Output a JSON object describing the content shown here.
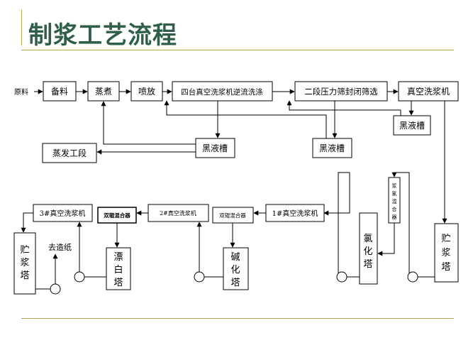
{
  "title": "制浆工艺流程",
  "colors": {
    "title": "#2f5f46",
    "rule": "#b5a84c",
    "line": "#000000"
  },
  "boxes": {
    "raw": "原料",
    "prep": "备料",
    "cook": "蒸煮",
    "blow": "喷放",
    "wash4": "四台真空洗浆机逆流洗涤",
    "screen": "二段压力筛封闭筛选",
    "vacwash": "真空洗浆机",
    "black_small": "黑液槽",
    "black_mid": "黑液槽",
    "black_right": "黑液槽",
    "evap": "蒸发工段",
    "wash3": "3#真空洗浆机",
    "mixer_bold": "双辊混合器",
    "wash2": "2#真空洗浆机",
    "mixer2": "双辊混合器",
    "wash1": "1#真空洗浆机",
    "mixer_v": "浆氯混合器",
    "chlor": "氯化塔",
    "storage_r": "贮浆塔",
    "storage_l": "贮浆塔",
    "bleach": "漂白塔",
    "alkali": "碱化塔",
    "papermaking": "去造纸"
  }
}
